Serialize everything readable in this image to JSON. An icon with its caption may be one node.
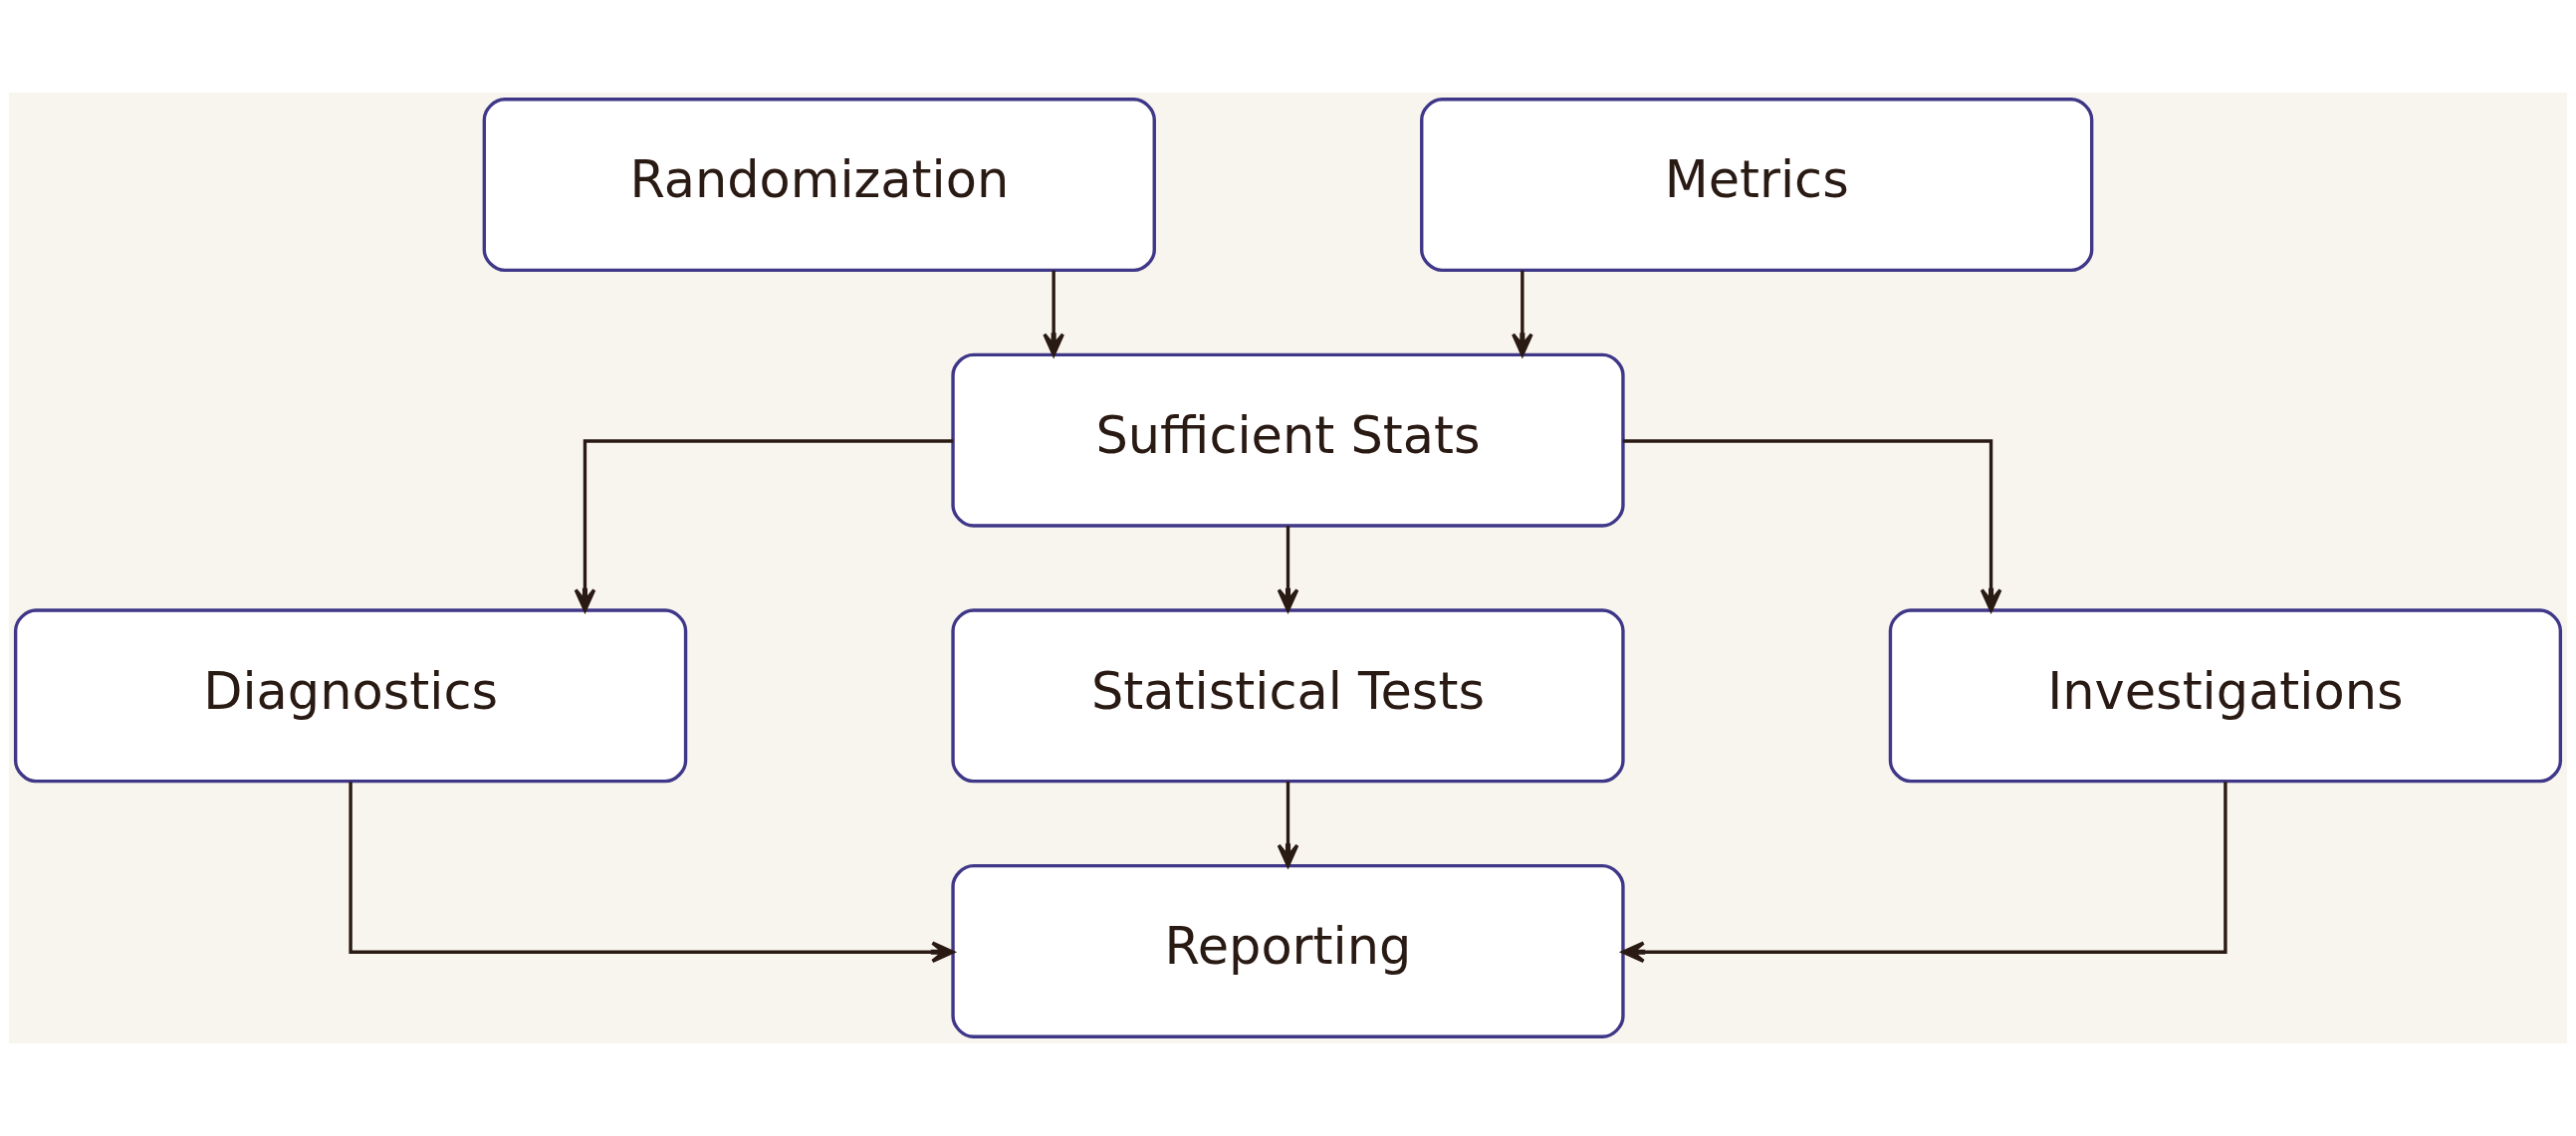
{
  "diagram": {
    "nodes": [
      {
        "text": [
          "Randomization"
        ]
      },
      {
        "text": [
          "Metrics"
        ]
      },
      {
        "text": [
          "Sufficient Stats"
        ]
      },
      {
        "text": [
          "Diagnostics"
        ]
      },
      {
        "text": [
          "Statistical Tests"
        ]
      },
      {
        "text": [
          "Investigations"
        ]
      },
      {
        "text": [
          "Reporting"
        ]
      }
    ],
    "edges": [
      {
        "from": 0,
        "to": 2,
        "arrow": "to"
      },
      {
        "from": 1,
        "to": 2,
        "arrow": "to"
      },
      {
        "from": 2,
        "to": 4,
        "arrow": "to"
      },
      {
        "from": 2,
        "to": 3,
        "arrow": "to"
      },
      {
        "from": 2,
        "to": 5,
        "arrow": "to"
      },
      {
        "from": 4,
        "to": 6,
        "arrow": "to"
      },
      {
        "from": 3,
        "to": 6,
        "arrow": "to"
      },
      {
        "from": 5,
        "to": 6,
        "arrow": "to"
      }
    ]
  }
}
